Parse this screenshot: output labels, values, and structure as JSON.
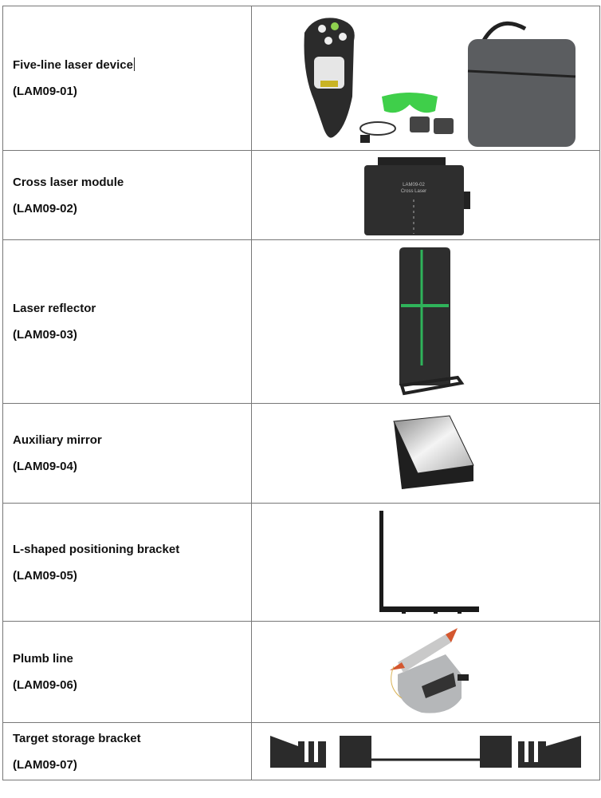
{
  "items": [
    {
      "name": "Five-line laser device",
      "code": "(LAM09-01)",
      "image": "five-line-laser-kit"
    },
    {
      "name": "Cross laser module",
      "code": "(LAM09-02)",
      "image": "cross-laser-module",
      "image_label": [
        "LAM09-02",
        "Cross Laser"
      ]
    },
    {
      "name": "Laser reflector",
      "code": "(LAM09-03)",
      "image": "laser-reflector"
    },
    {
      "name": "Auxiliary mirror",
      "code": "(LAM09-04)",
      "image": "auxiliary-mirror"
    },
    {
      "name": "L-shaped positioning bracket",
      "code": "(LAM09-05)",
      "image": "l-bracket"
    },
    {
      "name": "Plumb line",
      "code": "(LAM09-06)",
      "image": "plumb-line"
    },
    {
      "name": "Target storage bracket",
      "code": "(LAM09-07)",
      "image": "target-storage-bracket"
    }
  ],
  "colors": {
    "laser_green": "#2fb35a",
    "device_dark": "#2b2b2b",
    "bag_gray": "#5b5d60",
    "plumb_orange": "#d4572f"
  }
}
